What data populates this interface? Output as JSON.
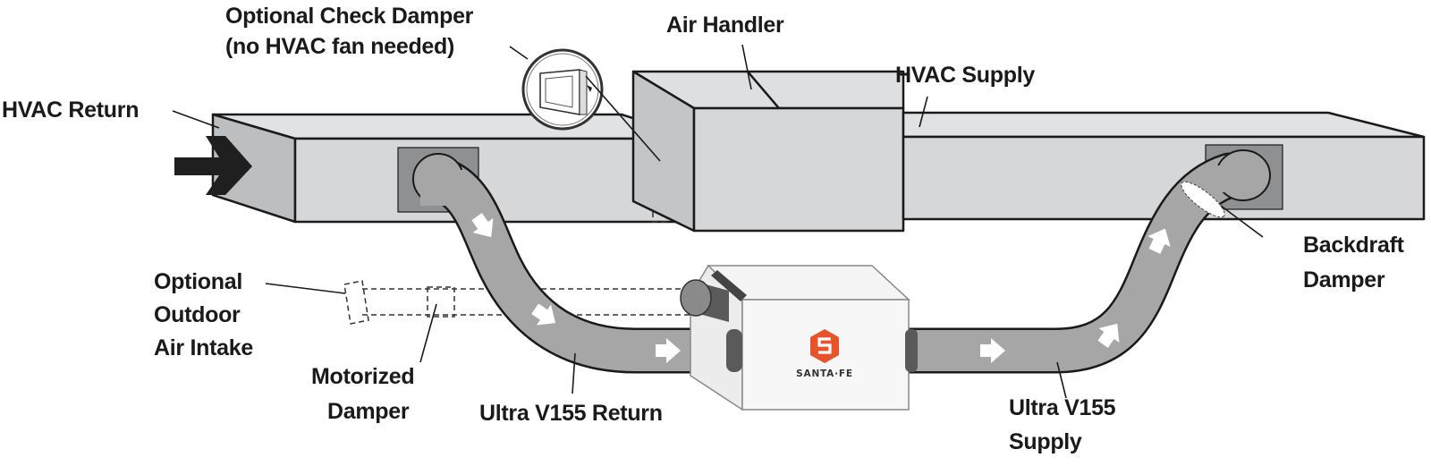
{
  "diagram": {
    "title": "Santa Fe Ultra V155 dehumidifier ducted to HVAC system",
    "colors": {
      "duct_face": "#d6d7d9",
      "duct_top": "#e1e2e3",
      "duct_side": "#bdbec0",
      "port": "#8f9092",
      "pipe": "#a6a6a6",
      "unit": "#f4f4f4",
      "brand_orange": "#e8532a",
      "arrow_black": "#1f1f1f"
    },
    "labels": {
      "check_damper_line1": "Optional Check Damper",
      "check_damper_line2": "(no HVAC fan needed)",
      "air_handler": "Air Handler",
      "hvac_supply": "HVAC Supply",
      "hvac_return": "HVAC Return",
      "backdraft_line1": "Backdraft",
      "backdraft_line2": "Damper",
      "outdoor_line1": "Optional",
      "outdoor_line2": "Outdoor",
      "outdoor_line3": "Air Intake",
      "motorized_line1": "Motorized",
      "motorized_line2": "Damper",
      "v155_return": "Ultra V155 Return",
      "v155_supply_line1": "Ultra V155",
      "v155_supply_line2": "Supply"
    },
    "unit": {
      "brand_name": "SANTA·FE",
      "logo_icon": "santa-fe-hexagon-s-logo"
    },
    "icons": {
      "airflow_in": "black-right-arrow",
      "pipe_flow": "white-chevron-arrow"
    }
  }
}
